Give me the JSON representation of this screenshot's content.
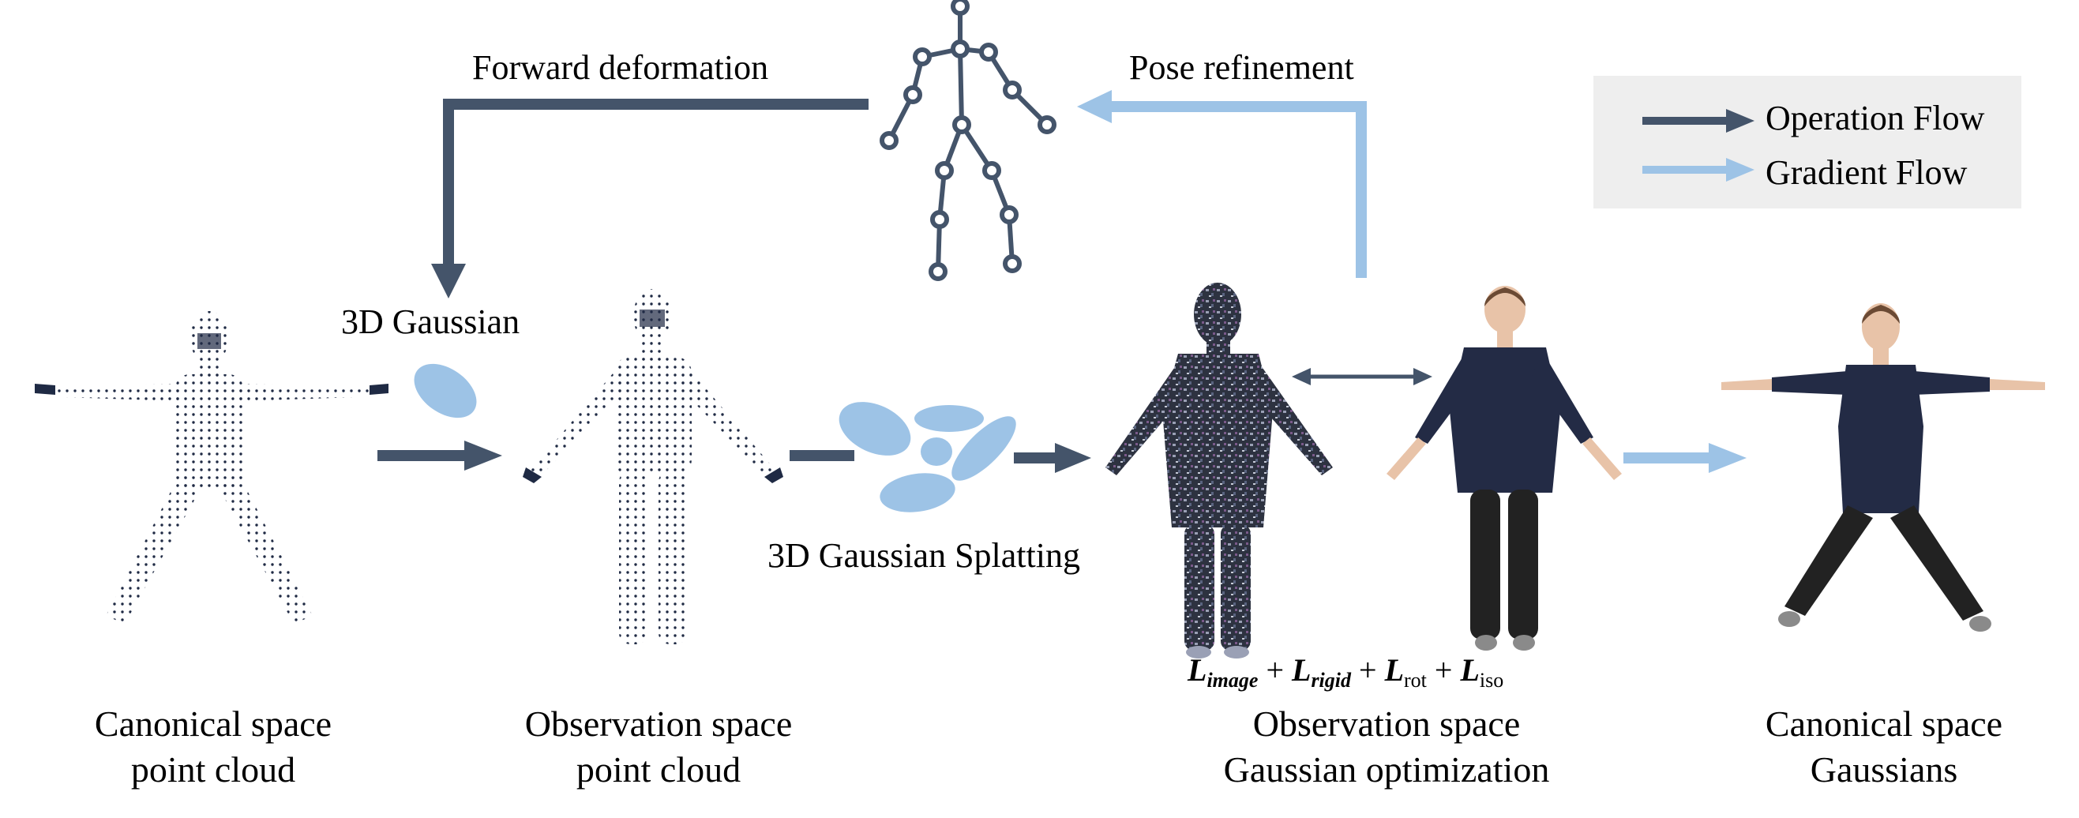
{
  "colors": {
    "operation": "#44546a",
    "gradient": "#9dc3e6",
    "gaussian": "#9dc3e6",
    "legend_bg": "#eeeeee",
    "point_dot": "#1f2a44",
    "shirt": "#232b45",
    "pants": "#222222",
    "skin": "#e8c3a8",
    "hair": "#6b4a34"
  },
  "legend": {
    "operation_label": "Operation Flow",
    "gradient_label": "Gradient Flow"
  },
  "top": {
    "forward_label": "Forward deformation",
    "pose_label": "Pose refinement"
  },
  "mid": {
    "gaussian_label": "3D Gaussian",
    "splatting_label": "3D Gaussian Splatting"
  },
  "loss": {
    "image_main": "L",
    "image_sub": "image",
    "plus1": " + ",
    "rigid_main": "L",
    "rigid_sub": "rigid",
    "plus2": " + ",
    "rot_main": "L",
    "rot_sub": "rot",
    "plus3": " + ",
    "iso_main": "L",
    "iso_sub": "iso"
  },
  "captions": {
    "canonical_pc_line1": "Canonical space",
    "canonical_pc_line2": "point cloud",
    "observation_pc_line1": "Observation space",
    "observation_pc_line2": "point cloud",
    "observation_opt_line1": "Observation space",
    "observation_opt_line2": "Gaussian optimization",
    "canonical_g_line1": "Canonical space",
    "canonical_g_line2": "Gaussians"
  }
}
